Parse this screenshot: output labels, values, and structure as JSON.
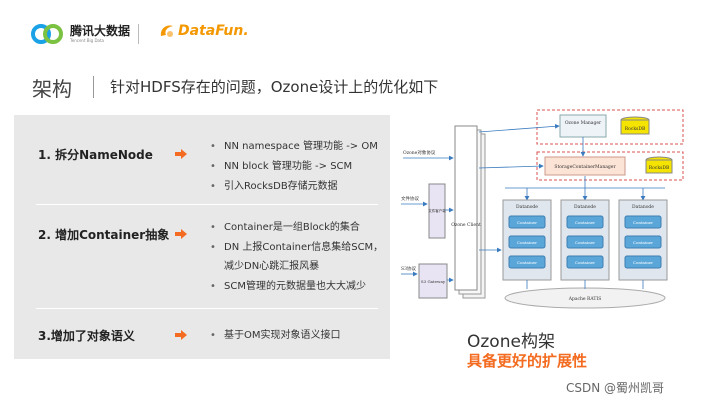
{
  "header": {
    "tencent_logo_text": "腾讯大数据",
    "tencent_logo_sub": "Tencent Big Data",
    "datafun_logo_text": "DataFun."
  },
  "title": {
    "main": "架构",
    "sub": "针对HDFS存在的问题，Ozone设计上的优化如下"
  },
  "rows": [
    {
      "title": "1. 拆分NameNode",
      "bullets": [
        "NN namespace 管理功能 -> OM",
        "NN block 管理功能 -> SCM",
        "引入RocksDB存储元数据"
      ]
    },
    {
      "title": "2. 增加Container抽象",
      "bullets": [
        "Container是一组Block的集合",
        "DN 上报Container信息集给SCM，",
        "减少DN心跳汇报风暴",
        "SCM管理的元数据量也大大减少"
      ]
    },
    {
      "title": "3.增加了对象语义",
      "bullets": [
        "基于OM实现对象语义接口"
      ]
    }
  ],
  "diagram": {
    "ozone_manager": "Ozone Manager",
    "rocksdb": "RocksDB",
    "scm": "StorageContainerManager",
    "ozone_client": "Ozone Client",
    "protocol_ozone": "Ozone对象协议",
    "protocol_file": "文件协议",
    "protocol_s3": "S3协议",
    "file_client": "文件客户端",
    "s3_gateway": "S3 Gateway",
    "datanode": "Datanode",
    "container": "Container",
    "ratis": "Apache RATIS"
  },
  "caption": {
    "line1": "Ozone构架",
    "line2": "具备更好的扩展性"
  },
  "watermark": "CSDN @蜀州凯哥",
  "colors": {
    "accent_orange": "#f36c21",
    "datafun_orange": "#f39800",
    "container_blue": "#5aa6d9",
    "rocksdb_yellow": "#f5e300",
    "dashed_red": "#d9534f"
  }
}
